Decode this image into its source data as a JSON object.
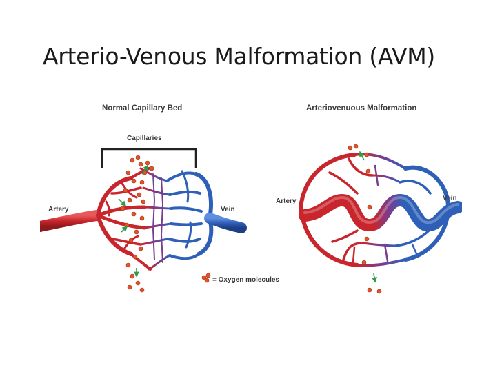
{
  "slide": {
    "title": "Arterio-Venous Malformation (AVM)"
  },
  "panels": {
    "normal": {
      "heading": "Normal Capillary Bed",
      "capillaries_label": "Capillaries",
      "artery_label": "Artery",
      "vein_label": "Vein"
    },
    "avm": {
      "heading": "Arteriovenuous Malformation",
      "artery_label": "Artery",
      "vein_label": "Vein"
    }
  },
  "legend": {
    "text": "= Oxygen molecules"
  },
  "colors": {
    "artery": "#cc2a30",
    "artery_dark": "#8f1a1e",
    "vein": "#2f60b8",
    "vein_dark": "#1c3f86",
    "transition": "#7a3d8f",
    "oxygen": "#e0542a",
    "arrow": "#2e9a4a",
    "label": "#3a3a3a"
  }
}
